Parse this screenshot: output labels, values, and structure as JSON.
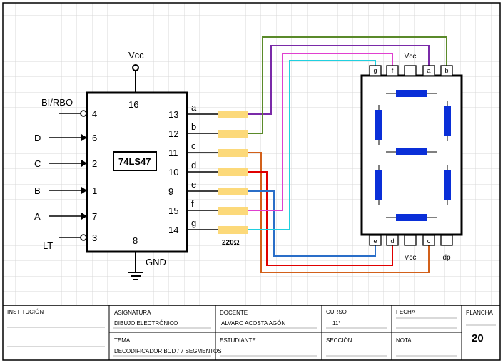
{
  "chip": {
    "name": "74LS47",
    "vcc_label": "Vcc",
    "gnd_label": "GND",
    "vcc_pin": "16",
    "gnd_pin": "8",
    "inputs": [
      {
        "label": "BI/RBO",
        "pin": "4",
        "kind": "bubble"
      },
      {
        "label": "D",
        "pin": "6",
        "kind": "arrow"
      },
      {
        "label": "C",
        "pin": "2",
        "kind": "arrow"
      },
      {
        "label": "B",
        "pin": "1",
        "kind": "arrow"
      },
      {
        "label": "A",
        "pin": "7",
        "kind": "arrow"
      },
      {
        "label": "LT",
        "pin": "3",
        "kind": "bubble"
      }
    ],
    "outputs": [
      {
        "seg": "a",
        "pin": "13"
      },
      {
        "seg": "b",
        "pin": "12"
      },
      {
        "seg": "c",
        "pin": "11"
      },
      {
        "seg": "d",
        "pin": "10"
      },
      {
        "seg": "e",
        "pin": "9"
      },
      {
        "seg": "f",
        "pin": "15"
      },
      {
        "seg": "g",
        "pin": "14"
      }
    ]
  },
  "resistor_label": "220Ω",
  "display": {
    "top_pins": [
      "g",
      "f",
      "Vcc",
      "a",
      "b"
    ],
    "bottom_pins": [
      "e",
      "d",
      "Vcc",
      "c",
      "dp"
    ],
    "segment_color": "#0a2fd8"
  },
  "wire_colors": {
    "a": "#7a2aa8",
    "b": "#5a8a2a",
    "c": "#d2601a",
    "d": "#e00000",
    "e": "#2a6ec8",
    "f": "#e040d0",
    "g": "#20d0e0"
  },
  "title_block": {
    "institucion_label": "INSTITUCIÓN",
    "institucion_value": "",
    "asignatura_label": "ASIGNATURA",
    "asignatura_value": "DIBUJO ELECTRÓNICO",
    "docente_label": "DOCENTE",
    "docente_value": "ALVARO ACOSTA AGÓN",
    "curso_label": "CURSO",
    "curso_value": "11°",
    "fecha_label": "FECHA",
    "fecha_value": "",
    "plancha_label": "PLANCHA",
    "plancha_value": "20",
    "tema_label": "TEMA",
    "tema_value": "DECODIFICADOR BCD / 7 SEGMENTOS",
    "estudiante_label": "ESTUDIANTE",
    "estudiante_value": "",
    "seccion_label": "SECCIÓN",
    "seccion_value": "",
    "nota_label": "NOTA",
    "nota_value": ""
  }
}
